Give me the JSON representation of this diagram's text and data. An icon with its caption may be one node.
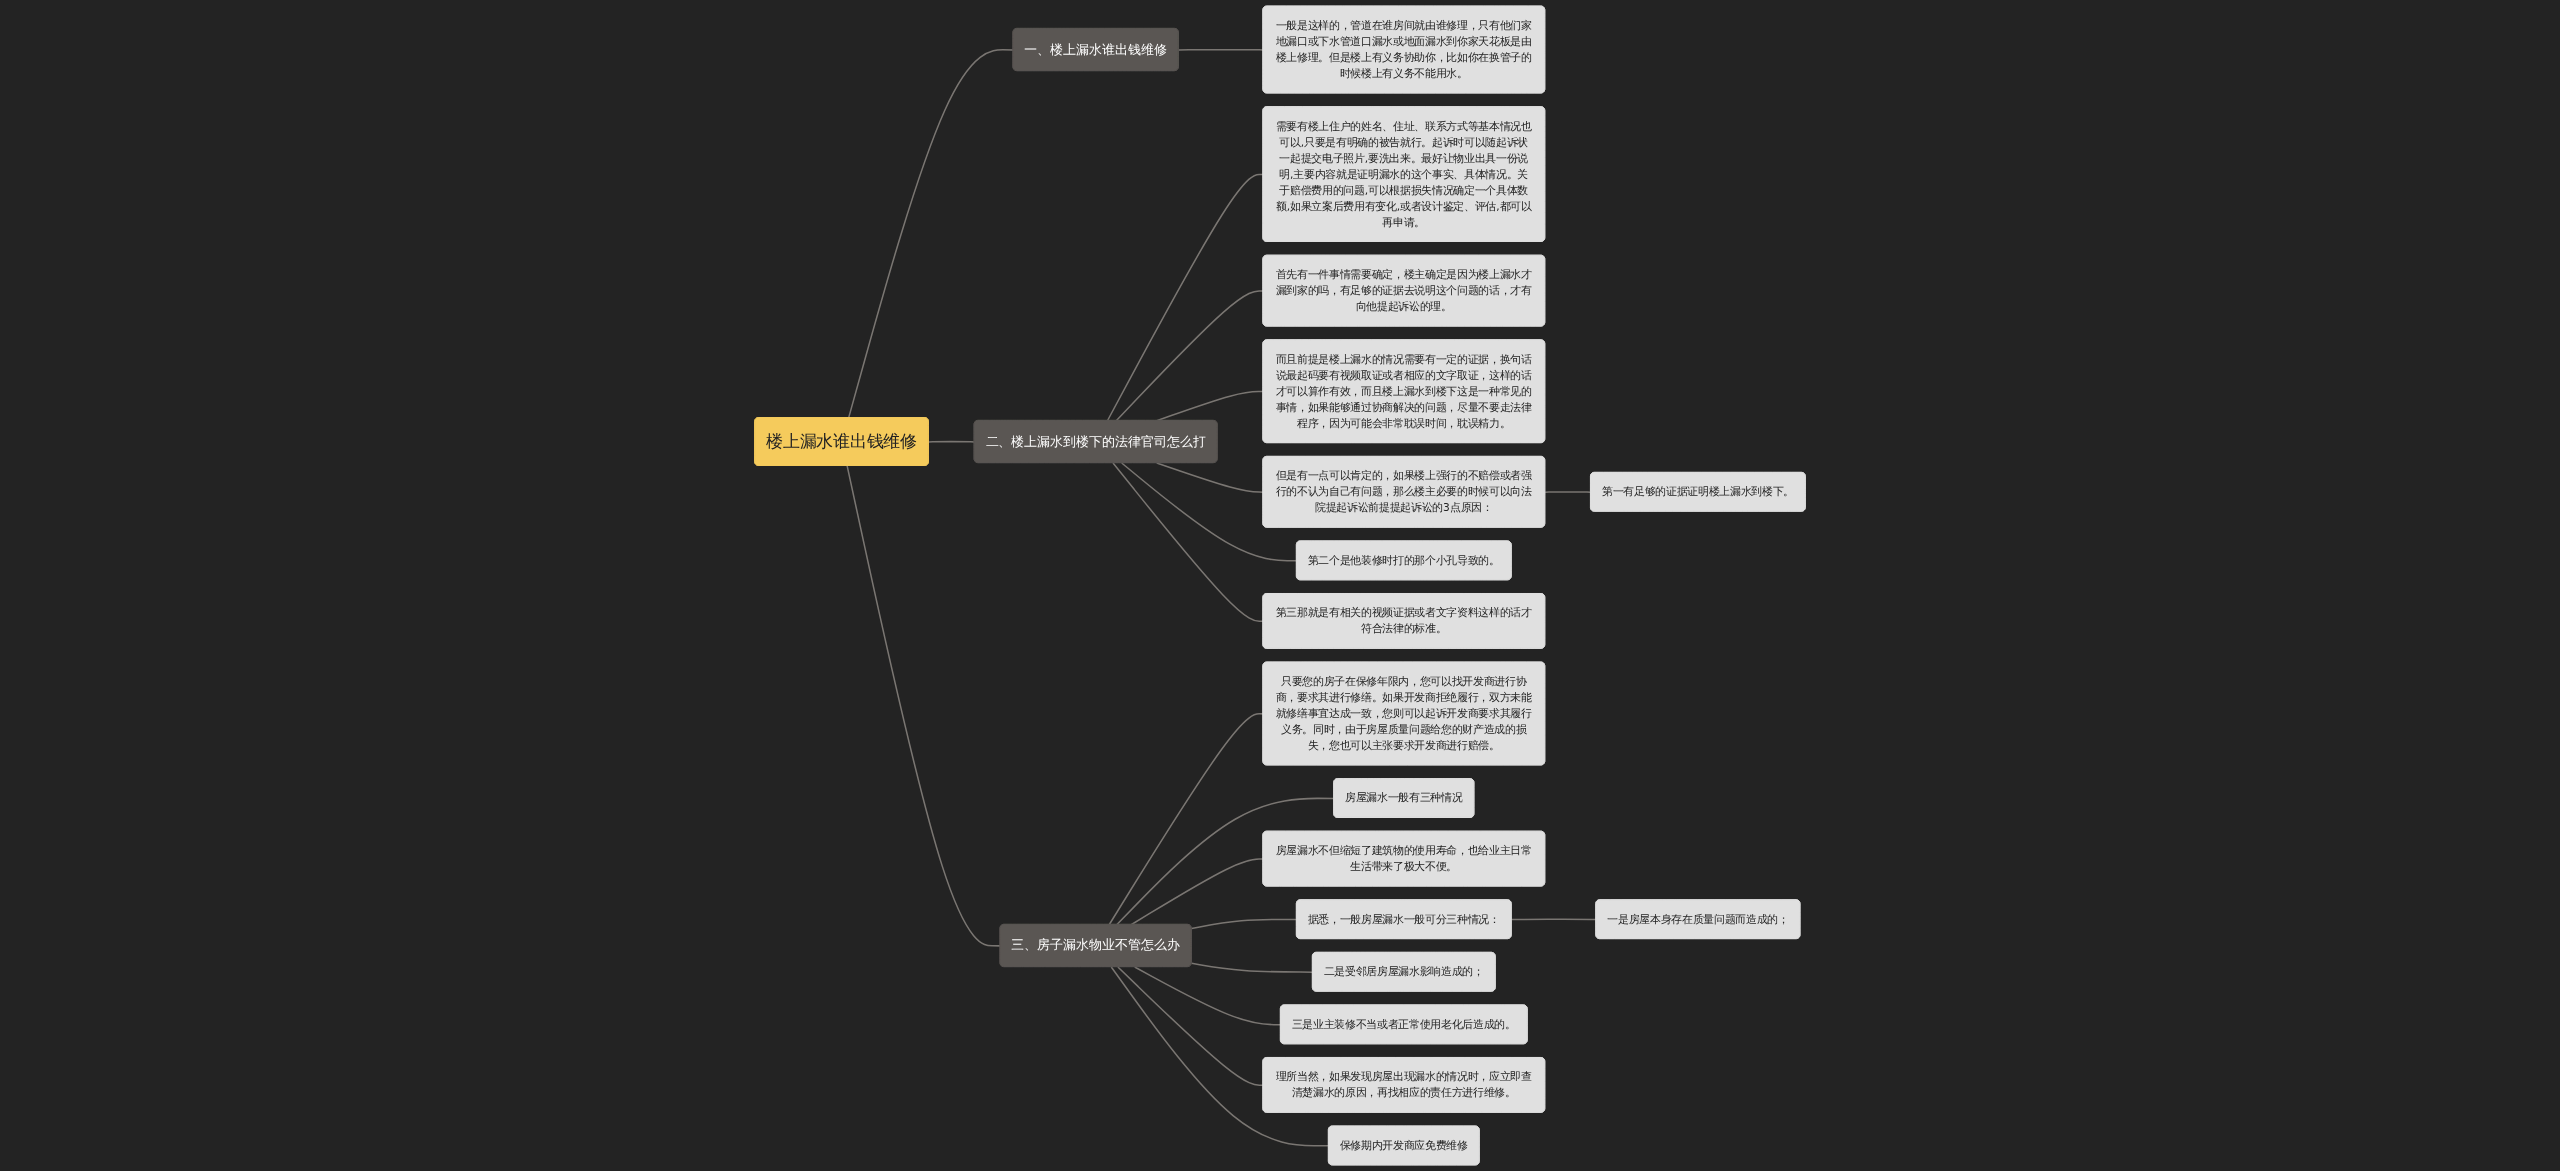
{
  "diagram": {
    "nodes": [
      {
        "text": [
          "楼上漏水谁出钱维修"
        ]
      },
      {
        "text": [
          "一、楼上漏水谁出钱维修"
        ]
      },
      {
        "text": [
          "一般是这样的，管道在谁房间就由谁修理，只有他们家地漏口或下水管道口漏水或地面漏水到你家天花板是由楼上修理。但是楼上有义务协助你，比如你在换管子的时候楼上有义务不能用水。"
        ]
      },
      {
        "text": [
          "二、楼上漏水到楼下的法律官司怎么打"
        ]
      },
      {
        "text": [
          "需要有楼上住户的姓名、住址、联系方式等基本情况也可以,只要是有明确的被告就行。起诉时可以随起诉状一起提交电子照片,要洗出来。最好让物业出具一份说明,主要内容就是证明漏水的这个事实、具体情况。关于赔偿费用的问题,可以根据损失情况确定一个具体数额,如果立案后费用有变化,或者设计鉴定、评估,都可以再申请。"
        ]
      },
      {
        "text": [
          "首先有一件事情需要确定，楼主确定是因为楼上漏水才漏到家的吗，有足够的证据去说明这个问题的话，才有向他提起诉讼的理。"
        ]
      },
      {
        "text": [
          "而且前提是楼上漏水的情况需要有一定的证据，换句话说最起码要有视频取证或者相应的文字取证，这样的话才可以算作有效，而且楼上漏水到楼下这是一种常见的事情，如果能够通过协商解决的问题，尽量不要走法律程序，因为可能会非常耽误时间，耽误精力。"
        ]
      },
      {
        "text": [
          "但是有一点可以肯定的，如果楼上强行的不赔偿或者强行的不认为自己有问题，那么楼主必要的时候可以向法院提起诉讼前提提起诉讼的3点原因："
        ]
      },
      {
        "text": [
          "第二个是他装修时打的那个小孔导致的。"
        ]
      },
      {
        "text": [
          "第三那就是有相关的视频证据或者文字资料这样的话才符合法律的标准。"
        ]
      },
      {
        "text": [
          "第一有足够的证据证明楼上漏水到楼下。"
        ]
      },
      {
        "text": [
          "三、房子漏水物业不管怎么办"
        ]
      },
      {
        "text": [
          "只要您的房子在保修年限内，您可以找开发商进行协商，要求其进行修缮。如果开发商拒绝履行，双方未能就修缮事宜达成一致，您则可以起诉开发商要求其履行义务。同时，由于房屋质量问题给您的财产造成的损失，您也可以主张要求开发商进行赔偿。"
        ]
      },
      {
        "text": [
          "房屋漏水一般有三种情况"
        ]
      },
      {
        "text": [
          "房屋漏水不但缩短了建筑物的使用寿命，也给业主日常生活带来了极大不便。"
        ]
      },
      {
        "text": [
          "据悉，一般房屋漏水一般可分三种情况："
        ]
      },
      {
        "text": [
          "一是房屋本身存在质量问题而造成的；"
        ]
      },
      {
        "text": [
          "二是受邻居房屋漏水影响造成的；"
        ]
      },
      {
        "text": [
          "三是业主装修不当或者正常使用老化后造成的。"
        ]
      },
      {
        "text": [
          "理所当然，如果发现房屋出现漏水的情况时，应立即查清楚漏水的原因，再找相应的责任方进行维修。"
        ]
      },
      {
        "text": [
          "保修期内开发商应免费维修"
        ]
      }
    ],
    "edges": [
      {
        "from": 0,
        "to": 1,
        "arrow": "none"
      },
      {
        "from": 1,
        "to": 2,
        "arrow": "none"
      },
      {
        "from": 0,
        "to": 3,
        "arrow": "none"
      },
      {
        "from": 3,
        "to": 4,
        "arrow": "none"
      },
      {
        "from": 3,
        "to": 5,
        "arrow": "none"
      },
      {
        "from": 3,
        "to": 6,
        "arrow": "none"
      },
      {
        "from": 3,
        "to": 7,
        "arrow": "none"
      },
      {
        "from": 3,
        "to": 8,
        "arrow": "none"
      },
      {
        "from": 3,
        "to": 9,
        "arrow": "none"
      },
      {
        "from": 7,
        "to": 10,
        "arrow": "none"
      },
      {
        "from": 0,
        "to": 11,
        "arrow": "none"
      },
      {
        "from": 11,
        "to": 12,
        "arrow": "none"
      },
      {
        "from": 11,
        "to": 13,
        "arrow": "none"
      },
      {
        "from": 11,
        "to": 14,
        "arrow": "none"
      },
      {
        "from": 11,
        "to": 15,
        "arrow": "none"
      },
      {
        "from": 15,
        "to": 16,
        "arrow": "none"
      },
      {
        "from": 11,
        "to": 17,
        "arrow": "none"
      },
      {
        "from": 11,
        "to": 18,
        "arrow": "none"
      },
      {
        "from": 11,
        "to": 19,
        "arrow": "none"
      },
      {
        "from": 11,
        "to": 20,
        "arrow": "none"
      }
    ]
  }
}
